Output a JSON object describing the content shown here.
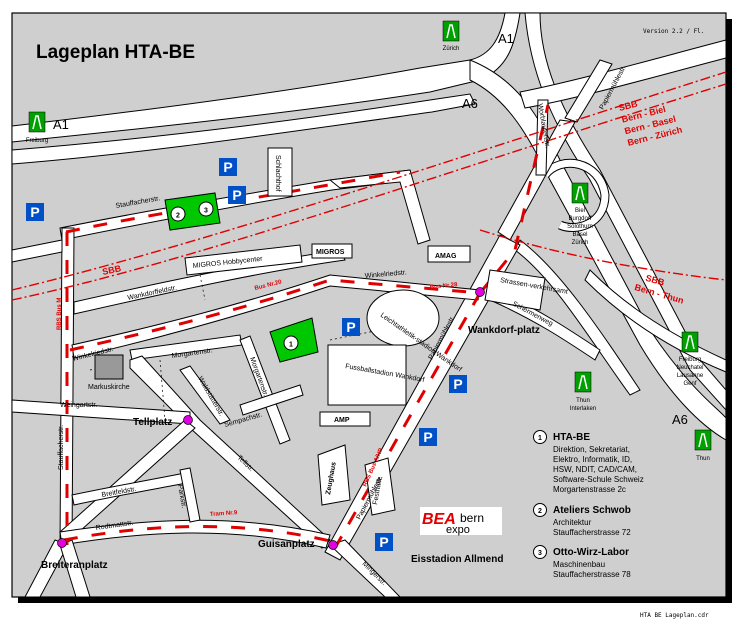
{
  "title": "Lageplan HTA-BE",
  "version": "Version 2.2 / Fl.",
  "filename": "HTA BE Lageplan.cdr",
  "motorway": {
    "a1_left": "A1",
    "a1_top": "A1",
    "a6_top": "A6",
    "a6_bottom": "A6"
  },
  "signs": {
    "zurich": "Zürich",
    "freiburg": "Freiburg",
    "biel_group": [
      "Biel",
      "Burgdorf",
      "Solothurn",
      "Basel",
      "Zürich"
    ],
    "freiburg_group": [
      "Freiburg",
      "Neuchatel",
      "Lausanne",
      "Genf"
    ],
    "thun_group": [
      "Thun",
      "Interlaken"
    ],
    "thun": "Thun"
  },
  "rail": {
    "sbb_left": "SBB",
    "sbb_right_lines": [
      "SBB",
      "Bern - Biel",
      "Bern - Basel",
      "Bern - Zürich"
    ],
    "sbb_thun_lines": [
      "SBB",
      "Bern - Thun"
    ]
  },
  "transit": {
    "bus20": "Bus Nr.20",
    "bus28": "Bus Nr.28",
    "rbs_m": "RBS Bus M",
    "rbs_ahp": "RBS Bus A/HP",
    "tram9": "Tram Nr.9"
  },
  "streets": {
    "stauffacher_top": "Stauffacherstr.",
    "stauffacher_left": "Stauffacherstr.",
    "wankdorffeld": "Wankdorffeldstr.",
    "winkelried_left": "Winkelriedstr.",
    "winkelried_right": "Winkelriedstr.",
    "morgarten": "Morgartenstr.",
    "morgarten2": "Morgartenstr.",
    "waldstaetter": "Waldstätterstr.",
    "sempach": "Sempachstr.",
    "weingart": "Weingartstr.",
    "breitfeld": "Breitfeldstr.",
    "parkstr": "Parkstr.",
    "rodtmatt": "Rodtmattstr.",
    "tell": "Tellstr.",
    "papiermuehle_top": "Papiermühlestr.",
    "papiermuehle_mid": "Papiermühlestr.",
    "papiermuehle_low": "Papiermühlestr.",
    "worblaufen": "Worblaufenstr.",
    "schermen": "Schermenweg",
    "mingerstr": "Mingerstr."
  },
  "buildings": {
    "schlachthof": "Schlachthof",
    "migros_hobby": "MIGROS Hobbycenter",
    "migros": "MIGROS",
    "amag": "AMAG",
    "strassenverkehrsamt": "Strassen-verkehrsamt",
    "leichtathletik": "Leichtathletik-stadion Wankdorf",
    "fussball": "Fussballstadion Wankdorf",
    "amp": "AMP",
    "zeughaus": "Zeughaus",
    "festhalle": "Festhalle",
    "markuskirche": "Markuskirche"
  },
  "places": {
    "wankdorf": "Wankdorf-platz",
    "tellplatz": "Tellplatz",
    "breitenrain": "Breiteranplatz",
    "guisan": "Guisanplatz",
    "eisstadion": "Eisstadion Allmend"
  },
  "bea": {
    "logo": "BEA",
    "bern": "bern",
    "expo": "expo"
  },
  "parking_symbol": "P",
  "legend": [
    {
      "num": "1",
      "title": "HTA-BE",
      "lines": [
        "Direktion, Sekretariat,",
        "Elektro, Informatik, ID,",
        "HSW, NDIT, CAD/CAM,",
        "Software-Schule Schweiz",
        "Morgartenstrasse 2c"
      ]
    },
    {
      "num": "2",
      "title": "Ateliers Schwob",
      "lines": [
        "Architektur",
        "Stauffacherstrasse 72"
      ]
    },
    {
      "num": "3",
      "title": "Otto-Wirz-Labor",
      "lines": [
        "Maschinenbau",
        "Stauffacherstrasse 78"
      ]
    }
  ],
  "markers": {
    "m1": "1",
    "m2": "2",
    "m3": "3"
  },
  "colors": {
    "green": "#00c800",
    "parking": "#0050c8",
    "red": "#e00000",
    "magenta": "#e000e0"
  }
}
